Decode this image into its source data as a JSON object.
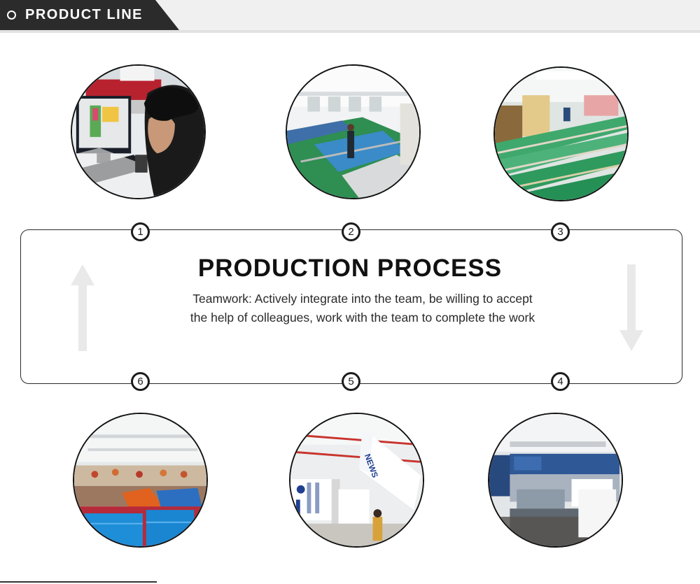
{
  "header": {
    "title": "PRODUCT LINE"
  },
  "process": {
    "title": "PRODUCTION PROCESS",
    "description": "Teamwork: Actively integrate into the team, be willing to accept the help of colleagues, work with the team to complete the work"
  },
  "steps": [
    {
      "number": "1",
      "photo": "computer-design-workstation-photo"
    },
    {
      "number": "2",
      "photo": "cutting-table-workshop-photo"
    },
    {
      "number": "3",
      "photo": "green-printing-machines-photo"
    },
    {
      "number": "4",
      "photo": "large-format-printer-photo"
    },
    {
      "number": "5",
      "photo": "hanging-banners-workshop-photo"
    },
    {
      "number": "6",
      "photo": "sewing-workshop-photo"
    }
  ],
  "colors": {
    "dark": "#2b2b2b",
    "banner_bg": "#f0f0f0",
    "accent_green": "#2e9a5a"
  }
}
